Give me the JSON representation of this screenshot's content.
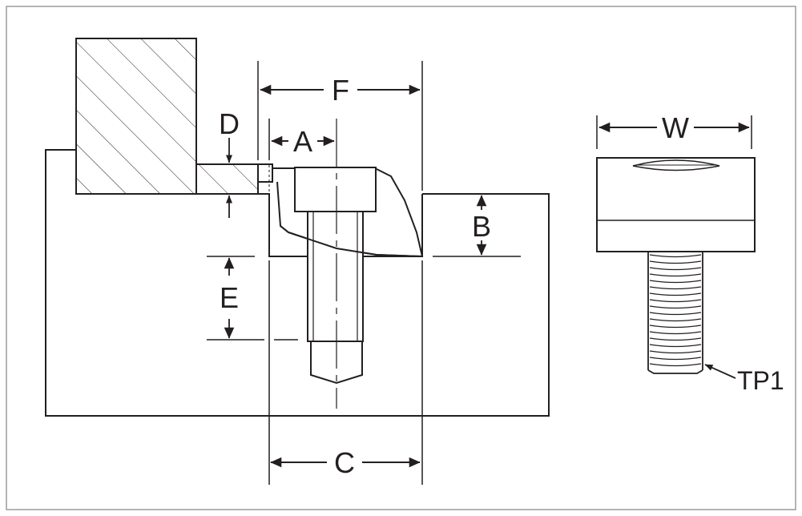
{
  "labels": {
    "F": "F",
    "A": "A",
    "D": "D",
    "B": "B",
    "E": "E",
    "C": "C",
    "W": "W",
    "TP1": "TP1"
  },
  "colors": {
    "ink": "#231f20",
    "border": "#9b9b9b",
    "background": "#ffffff"
  }
}
